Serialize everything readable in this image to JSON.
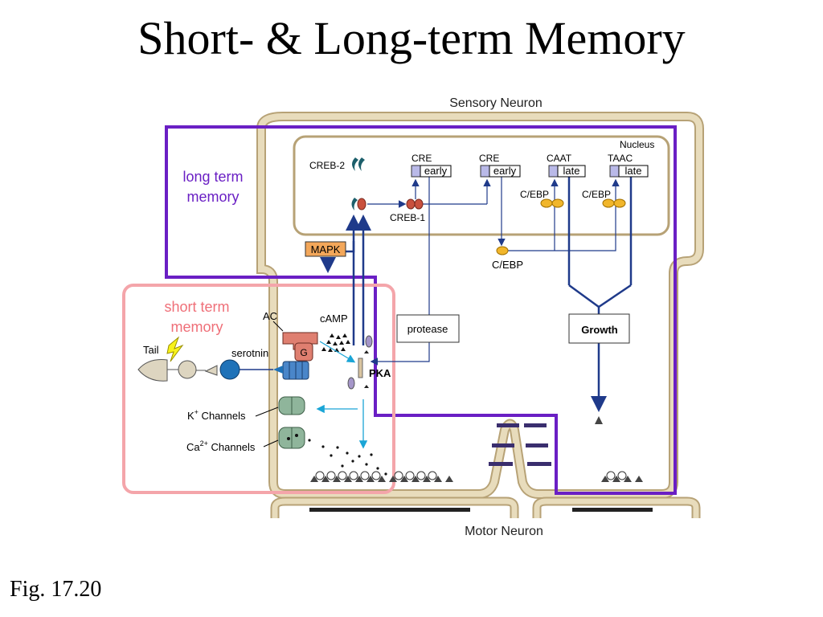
{
  "title": "Short- & Long-term Memory",
  "figure_label": "Fig. 17.20",
  "diagram": {
    "sensory_neuron": "Sensory Neuron",
    "motor_neuron": "Motor Neuron",
    "nucleus": "Nucleus",
    "long_term_memory": [
      "long term",
      "memory"
    ],
    "short_term_memory": [
      "short term",
      "memory"
    ],
    "creb2": "CREB-2",
    "creb1": "CREB-1",
    "cre_1": "CRE",
    "cre_2": "CRE",
    "caat": "CAAT",
    "taac": "TAAC",
    "gene_early_1": "early",
    "gene_early_2": "early",
    "gene_late_1": "late",
    "gene_late_2": "late",
    "cebp_1": "C/EBP",
    "cebp_2": "C/EBP",
    "cebp_3": "C/EBP",
    "mapk": "MAPK",
    "protease": "protease",
    "growth": "Growth",
    "pka": "PKA",
    "camp": "cAMP",
    "ac": "AC",
    "g": "G",
    "tail": "Tail",
    "serotonin": "serotnin",
    "k_channels": "K",
    "k_sup": "+",
    "k_rest": " Channels",
    "ca_channels": "Ca",
    "ca_sup": "2+",
    "ca_rest": " Channels",
    "colors": {
      "membrane": "#d8c9a0",
      "long_term": "#6a1fc4",
      "short_term": "#f4a5aa",
      "pathway": "#1f3a8a",
      "cyan": "#1aa5d6",
      "mapk": "#f3a75a"
    }
  }
}
